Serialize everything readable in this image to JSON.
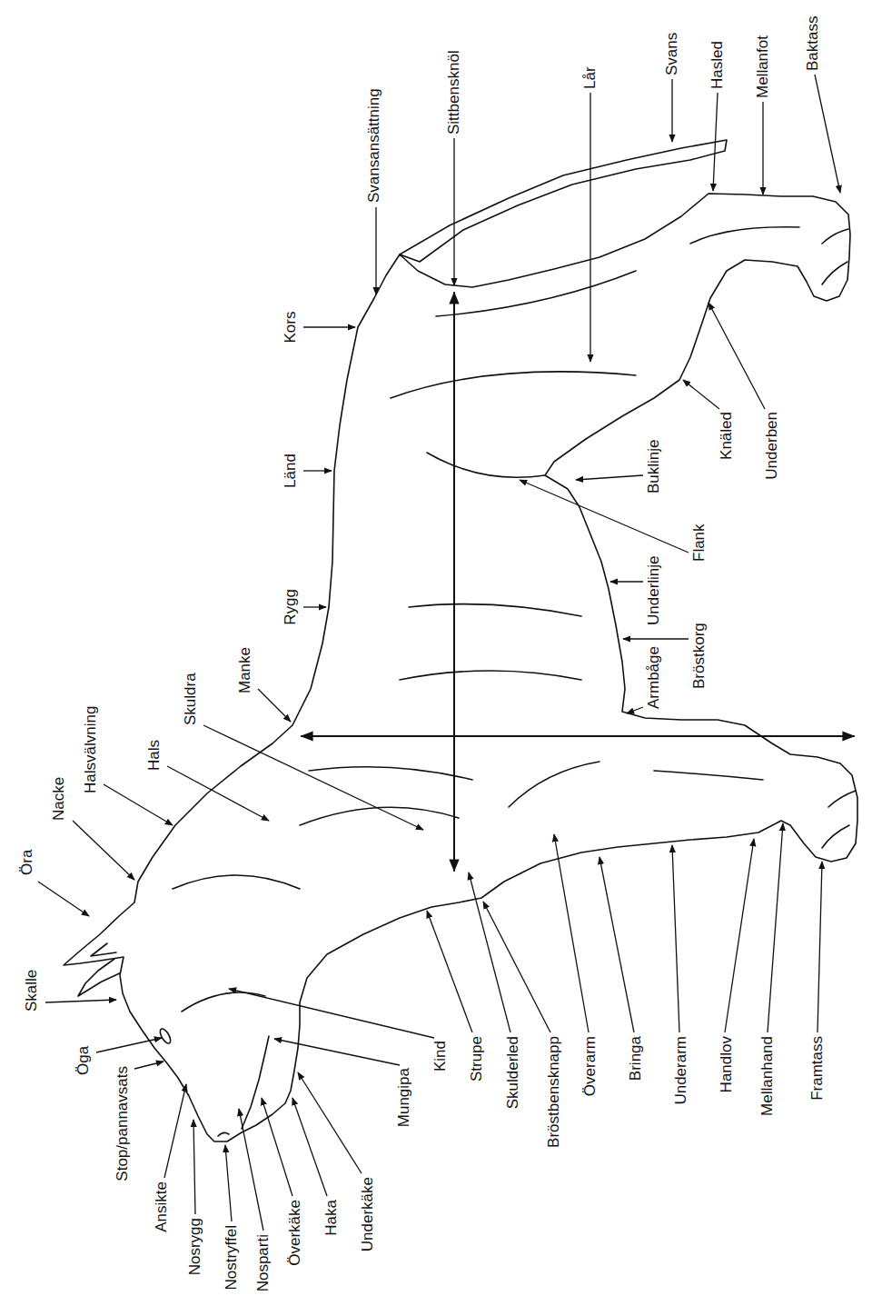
{
  "diagram": {
    "labels": [
      "Öra",
      "Skalle",
      "Nacke",
      "Öga",
      "Halsvälvning",
      "Stop/pannavsats",
      "Hals",
      "Ansikte",
      "Skuldra",
      "Nosrygg",
      "Manke",
      "Nostryffel",
      "Nosparti",
      "Rygg",
      "Länd",
      "Kors",
      "Överkäke",
      "Haka",
      "Underkäke",
      "Svansansättning",
      "Mungipa",
      "Kind",
      "Sittbensknöl",
      "Strupe",
      "Skulderled",
      "Bröstbensknapp",
      "Överarm",
      "Lår",
      "Bringa",
      "Armbåge",
      "Underlinje",
      "Buklinje",
      "Svans",
      "Underarm",
      "Bröstkorg",
      "Flank",
      "Hasled",
      "Knäled",
      "Handlov",
      "Mellanfot",
      "Mellanhand",
      "Underben",
      "Baktass",
      "Framtass"
    ]
  }
}
